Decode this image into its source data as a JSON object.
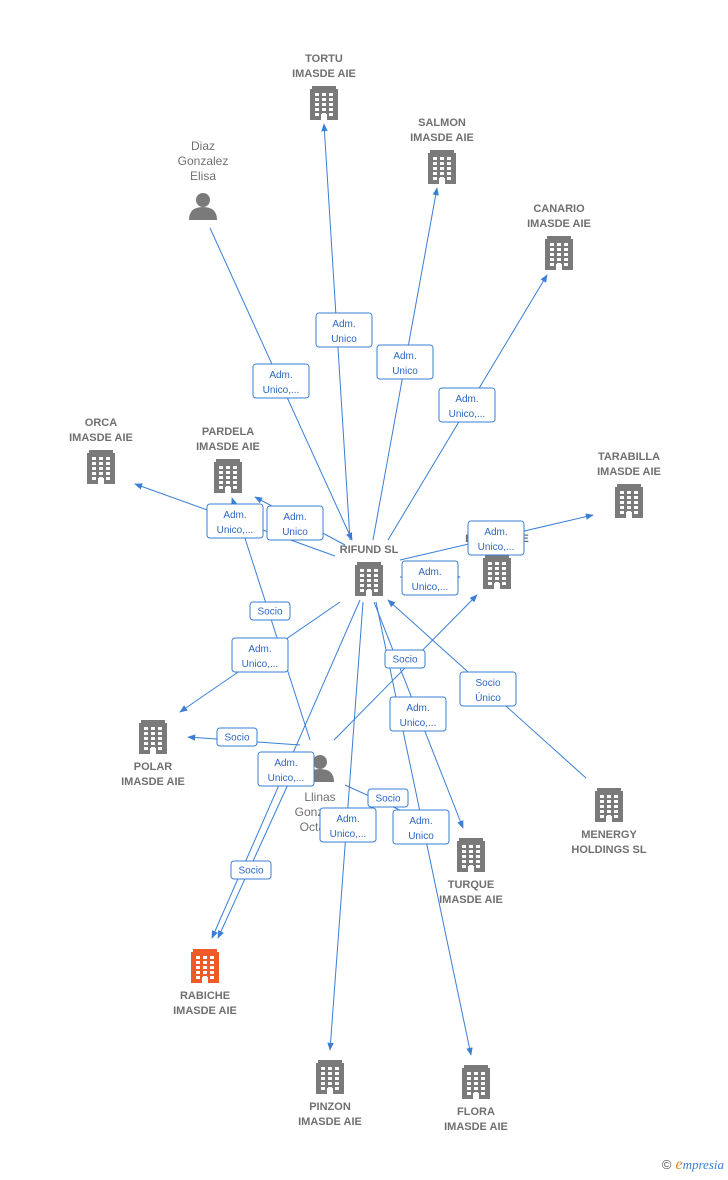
{
  "colors": {
    "edge": "#3a7fd5",
    "node_gray": "#7a7a7a",
    "node_highlight": "#f05a28",
    "label": "#707070"
  },
  "nodes": [
    {
      "id": "tortu",
      "type": "company",
      "lines": [
        "TORTU",
        "IMASDE AIE"
      ]
    },
    {
      "id": "salmon",
      "type": "company",
      "lines": [
        "SALMON",
        "IMASDE AIE"
      ]
    },
    {
      "id": "canario",
      "type": "company",
      "lines": [
        "CANARIO",
        "IMASDE AIE"
      ]
    },
    {
      "id": "diaz",
      "type": "person",
      "lines": [
        "Diaz",
        "Gonzalez",
        "Elisa"
      ]
    },
    {
      "id": "orca",
      "type": "company",
      "lines": [
        "ORCA",
        "IMASDE AIE"
      ]
    },
    {
      "id": "pardela",
      "type": "company",
      "lines": [
        "PARDELA",
        "IMASDE AIE"
      ]
    },
    {
      "id": "tarabilla",
      "type": "company",
      "lines": [
        "TARABILLA",
        "IMASDE AIE"
      ]
    },
    {
      "id": "rifund",
      "type": "company",
      "lines": [
        "RIFUND SL"
      ]
    },
    {
      "id": "imasde_right",
      "type": "company",
      "lines": [
        "IMASDE AIE"
      ]
    },
    {
      "id": "polar",
      "type": "company",
      "lines": [
        "POLAR",
        "IMASDE AIE"
      ]
    },
    {
      "id": "llinas",
      "type": "person",
      "lines": [
        "Llinas",
        "Gonzalez",
        "Octavio"
      ]
    },
    {
      "id": "menergy",
      "type": "company",
      "lines": [
        "MENERGY",
        "HOLDINGS SL"
      ]
    },
    {
      "id": "turque",
      "type": "company",
      "lines": [
        "TURQUE",
        "IMASDE AIE"
      ]
    },
    {
      "id": "rabiche",
      "type": "company",
      "highlight": true,
      "lines": [
        "RABICHE",
        "IMASDE AIE"
      ]
    },
    {
      "id": "pinzon",
      "type": "company",
      "lines": [
        "PINZON",
        "IMASDE AIE"
      ]
    },
    {
      "id": "flora",
      "type": "company",
      "lines": [
        "FLORA",
        "IMASDE AIE"
      ]
    }
  ],
  "edges": [
    {
      "from": "rifund",
      "to": "tortu",
      "label": [
        "Adm.",
        "Unico"
      ]
    },
    {
      "from": "rifund",
      "to": "salmon",
      "label": [
        "Adm.",
        "Unico"
      ]
    },
    {
      "from": "rifund",
      "to": "canario",
      "label": [
        "Adm.",
        "Unico,..."
      ]
    },
    {
      "from": "diaz",
      "to": "rifund",
      "label": [
        "Adm.",
        "Unico,..."
      ]
    },
    {
      "from": "rifund",
      "to": "orca",
      "label": [
        "Adm.",
        "Unico,..."
      ]
    },
    {
      "from": "rifund",
      "to": "pardela",
      "label": [
        "Adm.",
        "Unico"
      ]
    },
    {
      "from": "rifund",
      "to": "tarabilla",
      "label": [
        "Adm.",
        "Unico,..."
      ]
    },
    {
      "from": "rifund",
      "to": "imasde_right",
      "label": [
        "Adm.",
        "Unico,..."
      ]
    },
    {
      "from": "llinas",
      "to": "pardela",
      "label": [
        "Socio"
      ]
    },
    {
      "from": "rifund",
      "to": "polar",
      "label": [
        "Adm.",
        "Unico,..."
      ]
    },
    {
      "from": "llinas",
      "to": "polar",
      "label": [
        "Socio"
      ]
    },
    {
      "from": "llinas",
      "to": "imasde_right",
      "label": [
        "Socio"
      ]
    },
    {
      "from": "menergy",
      "to": "rifund",
      "label": [
        "Socio",
        "Único"
      ]
    },
    {
      "from": "rifund",
      "to": "turque",
      "label": [
        "Adm.",
        "Unico,..."
      ]
    },
    {
      "from": "llinas",
      "to": "turque",
      "label": [
        "Socio"
      ]
    },
    {
      "from": "rifund",
      "to": "rabiche",
      "label": [
        "Adm.",
        "Unico,..."
      ]
    },
    {
      "from": "llinas",
      "to": "rabiche",
      "label": [
        "Socio"
      ]
    },
    {
      "from": "rifund",
      "to": "pinzon",
      "label": [
        "Adm.",
        "Unico,..."
      ]
    },
    {
      "from": "rifund",
      "to": "flora",
      "label": [
        "Adm.",
        "Unico"
      ]
    }
  ],
  "footer": {
    "copyright": "©",
    "brand_initial": "e",
    "brand_rest": "mpresia"
  }
}
